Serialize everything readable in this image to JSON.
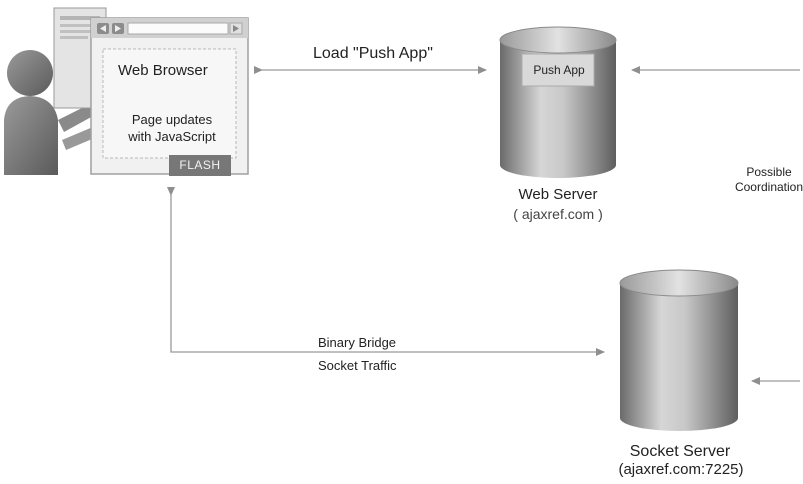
{
  "browser": {
    "title": "Web Browser",
    "body_line1": "Page updates",
    "body_line2": "with JavaScript",
    "flash_label": "FLASH"
  },
  "web_server": {
    "push_app_label": "Push App",
    "name": "Web Server",
    "host": "( ajaxref.com )"
  },
  "socket_server": {
    "name": "Socket Server",
    "host": "(ajaxref.com:7225)"
  },
  "connections": {
    "load_label": "Load \"Push App\"",
    "bridge_label": "Binary Bridge",
    "traffic_label": "Socket Traffic",
    "coordination_line1": "Possible",
    "coordination_line2": "Coordination"
  },
  "colors": {
    "arrow": "#9a9a9a",
    "cylinder_dark": "#6e6e6e",
    "cylinder_light": "#d8d8d8",
    "flash_bg": "#777777",
    "person": "#7a7a7a"
  }
}
